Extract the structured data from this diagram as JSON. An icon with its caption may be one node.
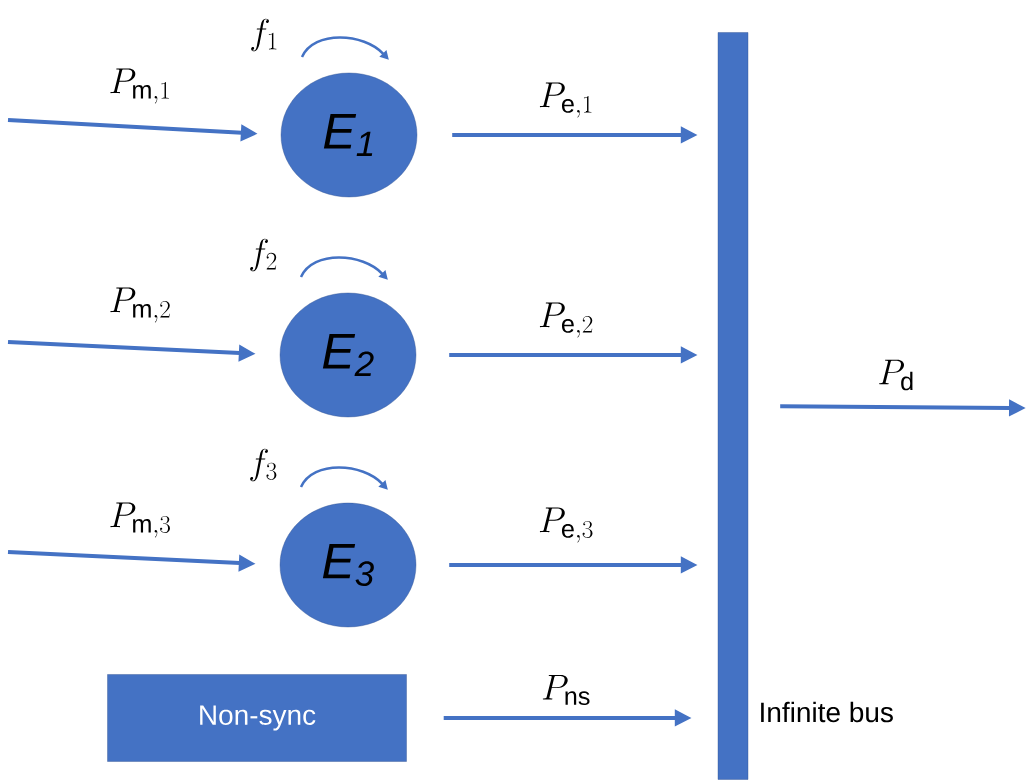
{
  "diagram": {
    "nodes": [
      {
        "text": [
          "E$_{1}$"
        ],
        "beside": [
          "f_1"
        ]
      },
      {
        "text": [
          "E$_{2}$"
        ],
        "beside": [
          "f_2"
        ]
      },
      {
        "text": [
          "E$_{3}$"
        ],
        "beside": [
          "f_3"
        ]
      },
      {
        "text": [
          "Non-sync"
        ]
      },
      {
        "text": [],
        "shape": "bar",
        "beside": [
          "Infinite bus"
        ]
      }
    ],
    "edges": [
      {
        "from": null,
        "to": 0,
        "arrow": "to",
        "label": "P_{\\mathrm{m},1}"
      },
      {
        "from": 0,
        "to": 4,
        "arrow": "to",
        "label": "P_{\\mathrm{e},1}"
      },
      {
        "from": null,
        "to": 1,
        "arrow": "to",
        "label": "P_{\\mathrm{m},2}"
      },
      {
        "from": 1,
        "to": 4,
        "arrow": "to",
        "label": "P_{\\mathrm{e},2}"
      },
      {
        "from": null,
        "to": 2,
        "arrow": "to",
        "label": "P_{\\mathrm{m},3}"
      },
      {
        "from": 2,
        "to": 4,
        "arrow": "to",
        "label": "P_{\\mathrm{e},3}"
      },
      {
        "from": 3,
        "to": 4,
        "arrow": "to",
        "label": "P_{\\mathrm{ns}}"
      },
      {
        "from": 4,
        "to": null,
        "arrow": "to",
        "label": "P_{\\mathrm{d}}"
      }
    ]
  }
}
